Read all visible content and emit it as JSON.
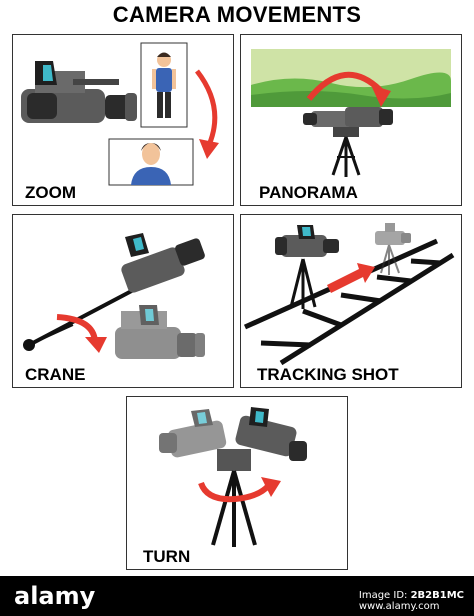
{
  "title": "CAMERA MOVEMENTS",
  "panels": {
    "zoom": "ZOOM",
    "panorama": "PANORAMA",
    "crane": "CRANE",
    "tracking": "TRACKING SHOT",
    "turn": "TURN"
  },
  "footer": {
    "brand": "alamy",
    "image_id_prefix": "Image ID: ",
    "image_id": "2B2B1MC",
    "site": "www.alamy.com"
  },
  "colors": {
    "camera_body": "#5b5b5b",
    "camera_dark": "#2b2b2b",
    "lens_cyan": "#3fb9c9",
    "arrow_red": "#e63a2f",
    "sky": "#cfe3a6",
    "grass": "#6bb84b",
    "shirt_blue": "#3a64b5",
    "skin": "#f2c39a",
    "hair": "#3b2a20"
  }
}
